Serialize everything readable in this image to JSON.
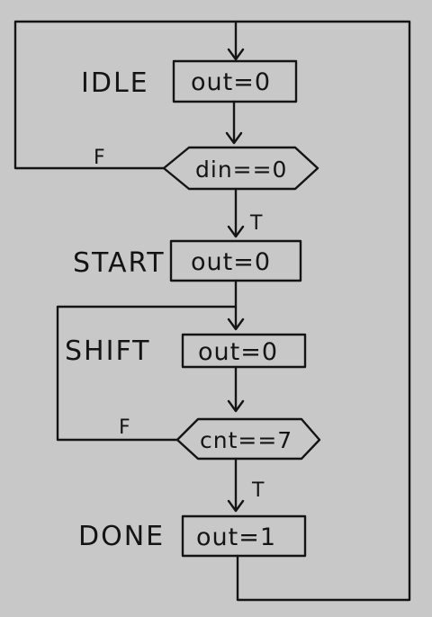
{
  "states": [
    {
      "name": "IDLE",
      "action": "out=0"
    },
    {
      "name": "START",
      "action": "out=0"
    },
    {
      "name": "SHIFT",
      "action": "out=0"
    },
    {
      "name": "DONE",
      "action": "out=1"
    }
  ],
  "decisions": [
    {
      "condition": "din==0",
      "true_label": "T",
      "false_label": "F"
    },
    {
      "condition": "cnt==7",
      "true_label": "T",
      "false_label": "F"
    }
  ],
  "colors": {
    "background": "#c8c8c8",
    "ink": "#141414"
  }
}
